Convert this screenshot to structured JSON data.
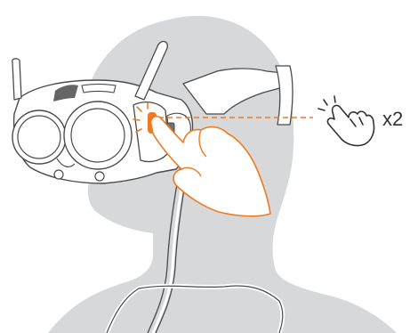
{
  "instruction": {
    "press_count": "x2",
    "gesture": "double-tap"
  },
  "colors": {
    "background": "#ffffff",
    "silhouette": "#d6d8da",
    "line_art": "#4a4a4a",
    "device_fill": "#ffffff",
    "accent": "#ef7a1f",
    "text": "#333333"
  },
  "icons": {
    "tap_hand": "tap-hand-icon",
    "device": "goggles",
    "action_highlight": "button-highlight"
  }
}
